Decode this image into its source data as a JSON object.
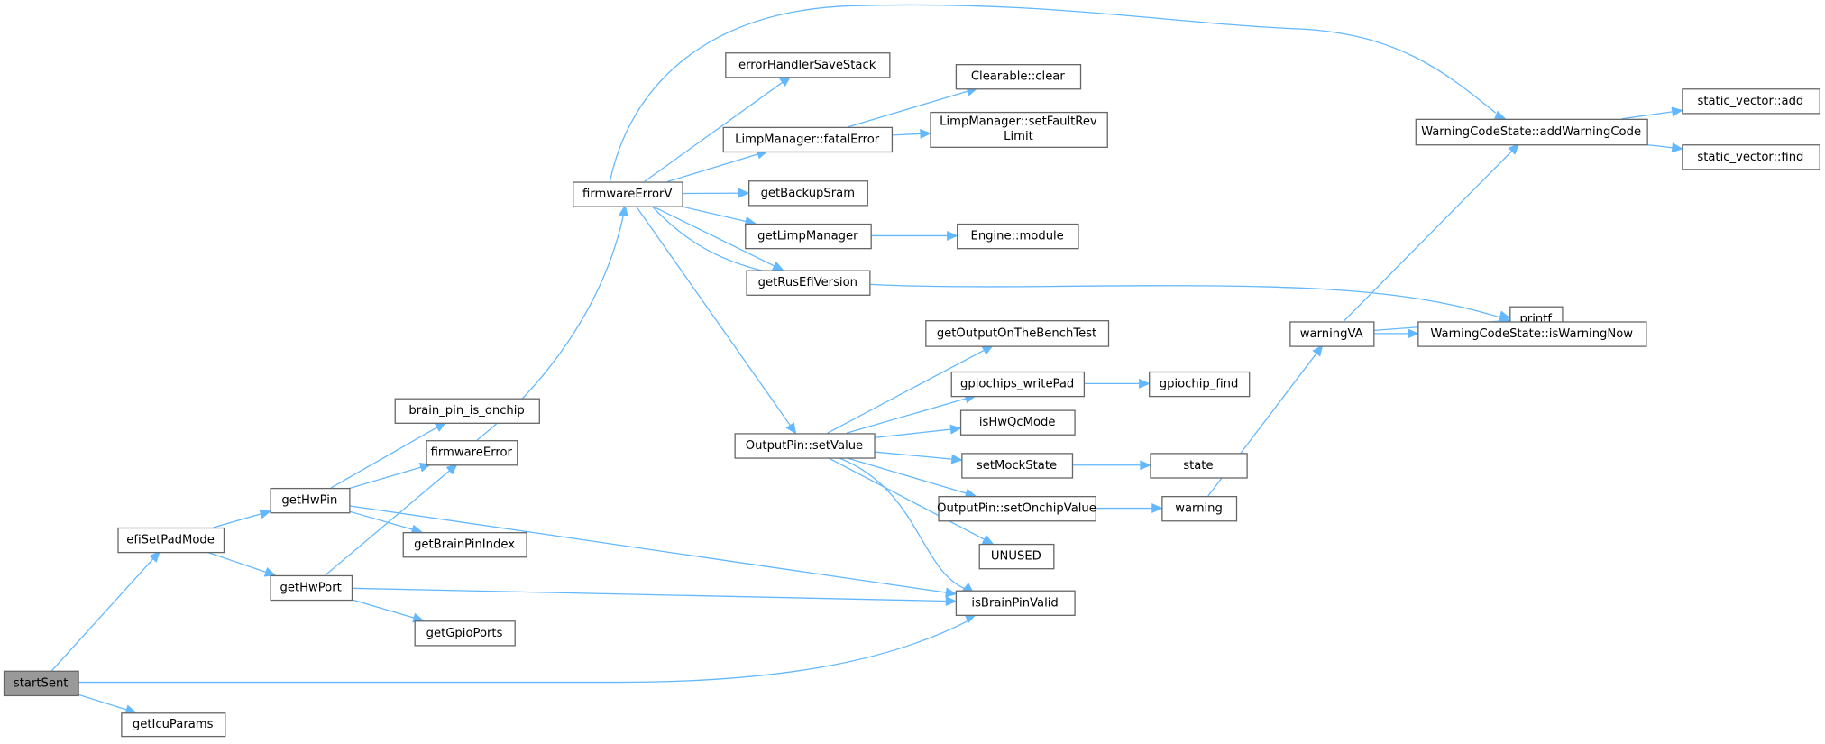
{
  "title": "startSent call graph",
  "colors": {
    "edge": "#63b8ff",
    "border": "#666666",
    "root_fill": "#999999"
  },
  "nodes": {
    "startSent": {
      "label": "startSent",
      "root": true
    },
    "getIcuParams": {
      "label": "getIcuParams"
    },
    "efiSetPadMode": {
      "label": "efiSetPadMode"
    },
    "getHwPin": {
      "label": "getHwPin"
    },
    "getHwPort": {
      "label": "getHwPort"
    },
    "brain_pin_is_onchip": {
      "label": "brain_pin_is_onchip"
    },
    "firmwareError": {
      "label": "firmwareError"
    },
    "getBrainPinIndex": {
      "label": "getBrainPinIndex"
    },
    "getGpioPorts": {
      "label": "getGpioPorts"
    },
    "isBrainPinValid": {
      "label": "isBrainPinValid"
    },
    "firmwareErrorV": {
      "label": "firmwareErrorV"
    },
    "errorHandlerSaveStack": {
      "label": "errorHandlerSaveStack"
    },
    "fatalError": {
      "label": "LimpManager::fatalError"
    },
    "getBackupSram": {
      "label": "getBackupSram"
    },
    "getLimpManager": {
      "label": "getLimpManager"
    },
    "getRusEfiVersion": {
      "label": "getRusEfiVersion"
    },
    "clear": {
      "label": "Clearable::clear"
    },
    "setFaultRevLimit": {
      "label": "LimpManager::setFaultRev",
      "label2": "Limit"
    },
    "engineModule": {
      "label": "Engine::module"
    },
    "setValue": {
      "label": "OutputPin::setValue"
    },
    "getOutputOnTheBenchTest": {
      "label": "getOutputOnTheBenchTest"
    },
    "gpiochips_writePad": {
      "label": "gpiochips_writePad"
    },
    "isHwQcMode": {
      "label": "isHwQcMode"
    },
    "setMockState": {
      "label": "setMockState"
    },
    "setOnchipValue": {
      "label": "OutputPin::setOnchipValue"
    },
    "UNUSED": {
      "label": "UNUSED"
    },
    "gpiochip_find": {
      "label": "gpiochip_find"
    },
    "state": {
      "label": "state"
    },
    "warning": {
      "label": "warning"
    },
    "warningVA": {
      "label": "warningVA"
    },
    "addWarningCode": {
      "label": "WarningCodeState::addWarningCode"
    },
    "svAdd": {
      "label": "static_vector::add"
    },
    "svFind": {
      "label": "static_vector::find"
    },
    "printf": {
      "label": "printf"
    },
    "isWarningNow": {
      "label": "WarningCodeState::isWarningNow"
    }
  },
  "edges": [
    [
      "startSent",
      "efiSetPadMode"
    ],
    [
      "startSent",
      "isBrainPinValid"
    ],
    [
      "startSent",
      "getIcuParams"
    ],
    [
      "efiSetPadMode",
      "getHwPin"
    ],
    [
      "efiSetPadMode",
      "getHwPort"
    ],
    [
      "getHwPin",
      "brain_pin_is_onchip"
    ],
    [
      "getHwPin",
      "firmwareError"
    ],
    [
      "getHwPin",
      "getBrainPinIndex"
    ],
    [
      "getHwPin",
      "isBrainPinValid"
    ],
    [
      "getHwPort",
      "firmwareError"
    ],
    [
      "getHwPort",
      "isBrainPinValid"
    ],
    [
      "getHwPort",
      "getGpioPorts"
    ],
    [
      "firmwareError",
      "firmwareErrorV"
    ],
    [
      "firmwareErrorV",
      "errorHandlerSaveStack"
    ],
    [
      "firmwareErrorV",
      "fatalError"
    ],
    [
      "firmwareErrorV",
      "getBackupSram"
    ],
    [
      "firmwareErrorV",
      "getLimpManager"
    ],
    [
      "firmwareErrorV",
      "getRusEfiVersion"
    ],
    [
      "firmwareErrorV",
      "setValue"
    ],
    [
      "firmwareErrorV",
      "printf"
    ],
    [
      "firmwareErrorV",
      "addWarningCode"
    ],
    [
      "fatalError",
      "clear"
    ],
    [
      "fatalError",
      "setFaultRevLimit"
    ],
    [
      "getLimpManager",
      "engineModule"
    ],
    [
      "setValue",
      "getOutputOnTheBenchTest"
    ],
    [
      "setValue",
      "gpiochips_writePad"
    ],
    [
      "setValue",
      "isHwQcMode"
    ],
    [
      "setValue",
      "setMockState"
    ],
    [
      "setValue",
      "setOnchipValue"
    ],
    [
      "setValue",
      "UNUSED"
    ],
    [
      "setValue",
      "isBrainPinValid"
    ],
    [
      "gpiochips_writePad",
      "gpiochip_find"
    ],
    [
      "setMockState",
      "state"
    ],
    [
      "setOnchipValue",
      "warning"
    ],
    [
      "warning",
      "warningVA"
    ],
    [
      "warningVA",
      "addWarningCode"
    ],
    [
      "warningVA",
      "printf"
    ],
    [
      "warningVA",
      "isWarningNow"
    ],
    [
      "addWarningCode",
      "svAdd"
    ],
    [
      "addWarningCode",
      "svFind"
    ]
  ]
}
